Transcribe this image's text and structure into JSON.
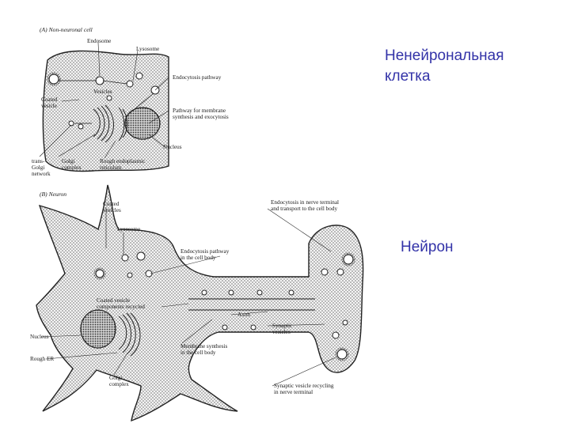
{
  "slide": {
    "title_top": "Ненейрональная\nклетка",
    "title_bottom": "Нейрон"
  },
  "panel_a": {
    "title": "(A) Non-neuronal cell",
    "labels": {
      "endosome": "Endosome",
      "lysosome": "Lysosome",
      "vesicles": "Vesicles",
      "coated_vesicle": "Coated\nvesicle",
      "endocytosis": "Endocytosis pathway",
      "membrane_pathway": "Pathway for membrane\nsynthesis and exocytosis",
      "nucleus": "Nucleus",
      "trans_golgi": "trans-\nGolgi\nnetwork",
      "golgi": "Golgi\ncomplex",
      "rough_er": "Rough endoplasmic\nreticulum"
    }
  },
  "panel_b": {
    "title": "(B) Neuron",
    "labels": {
      "coated_vesicles": "Coated\nvesicles",
      "lysosome": "Lysosome",
      "endocytosis_terminal": "Endocytosis in nerve terminal\nand transport to the cell body",
      "endocytosis_body": "Endocytosis pathway\nin the cell body",
      "recycled": "Coated vesicle\ncomponents recycled",
      "axon": "Axon",
      "synaptic_vesicles": "Synaptic\nvesicles",
      "nucleus": "Nucleus",
      "membrane_synthesis": "Membrane synthesis\nin the cell body",
      "rough_er": "Rough ER",
      "golgi": "Golgi\ncomplex",
      "recycling": "Synaptic vesicle recycling\nin nerve terminal"
    }
  },
  "colors": {
    "title_blue": "#3333a8",
    "ink": "#1a1a1a",
    "stipple": "#9a9a9a"
  }
}
